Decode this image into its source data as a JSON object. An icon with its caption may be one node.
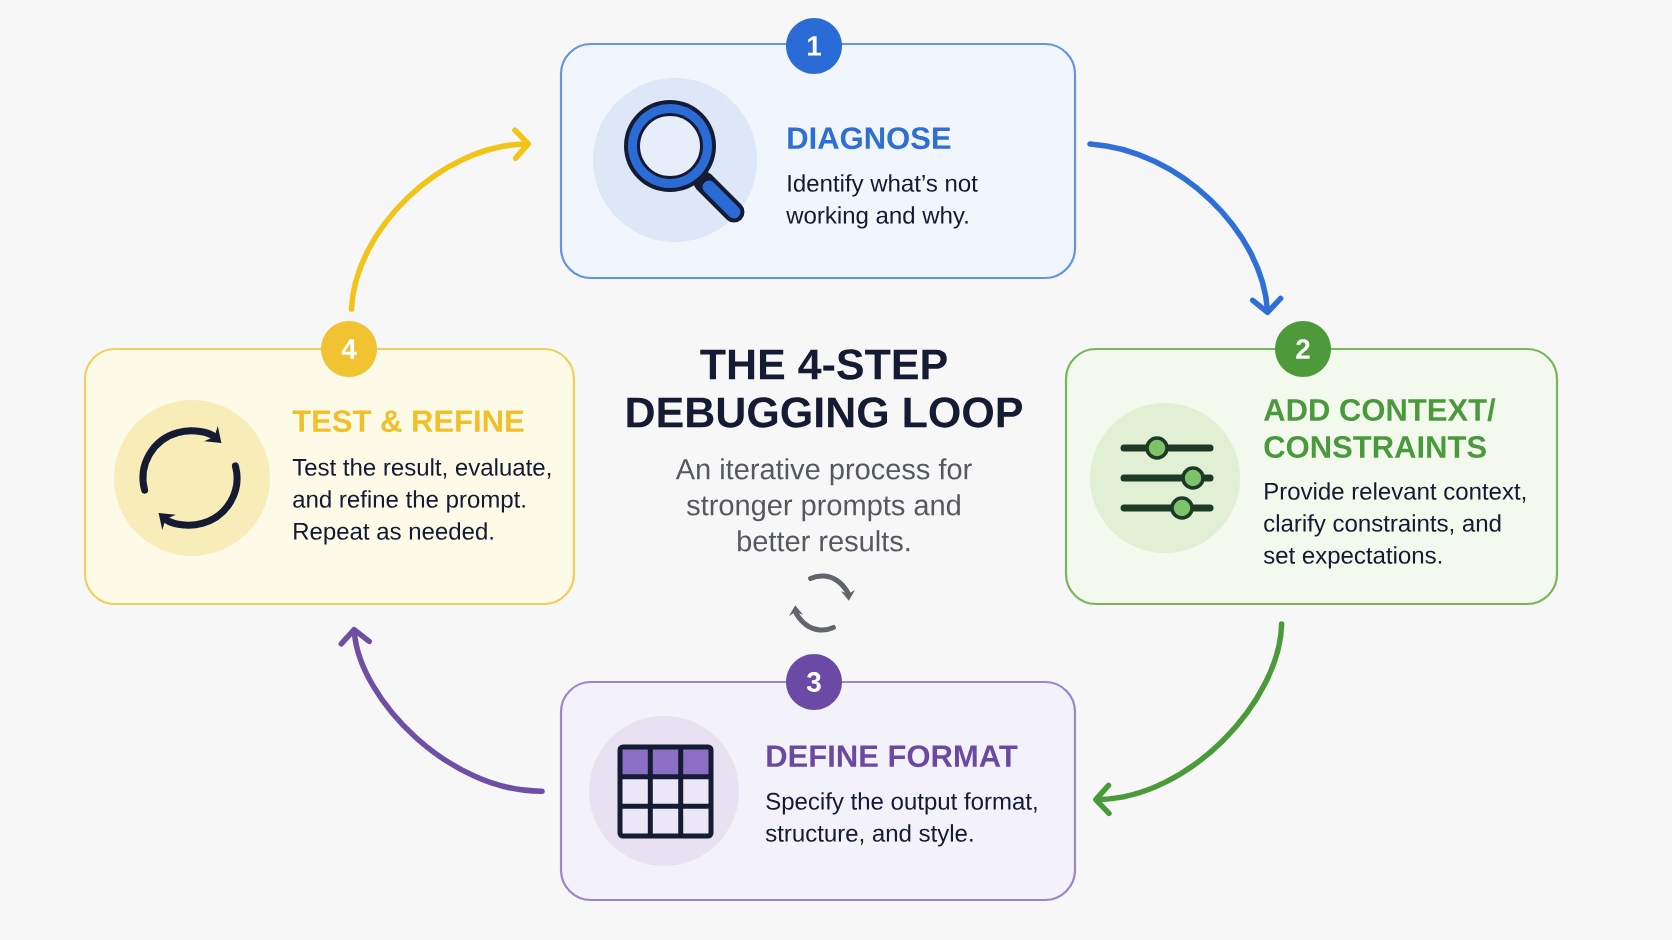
{
  "diagram": {
    "title": "THE 4-STEP DEBUGGING LOOP",
    "nodes": [
      {
        "text": [
          "1",
          "DIAGNOSE",
          "Identify what’s not working and why."
        ]
      },
      {
        "text": [
          "2",
          "ADD CONTEXT/ CONSTRAINTS",
          "Provide relevant context, clarify constraints, and set expectations."
        ]
      },
      {
        "text": [
          "3",
          "DEFINE FORMAT",
          "Specify the output format, structure, and style."
        ]
      },
      {
        "text": [
          "4",
          "TEST & REFINE",
          "Test the result, evaluate, and refine the prompt. Repeat as needed."
        ]
      }
    ],
    "edges": [
      {
        "from": 0,
        "to": 1,
        "arrow": "to",
        "color": "#2e6fd8"
      },
      {
        "from": 1,
        "to": 2,
        "arrow": "to",
        "color": "#4a9a3a"
      },
      {
        "from": 2,
        "to": 3,
        "arrow": "to",
        "color": "#6e4fa3"
      },
      {
        "from": 3,
        "to": 0,
        "arrow": "to",
        "color": "#f2c418"
      }
    ],
    "labels": [
      "An iterative process for stronger prompts and better results."
    ]
  }
}
